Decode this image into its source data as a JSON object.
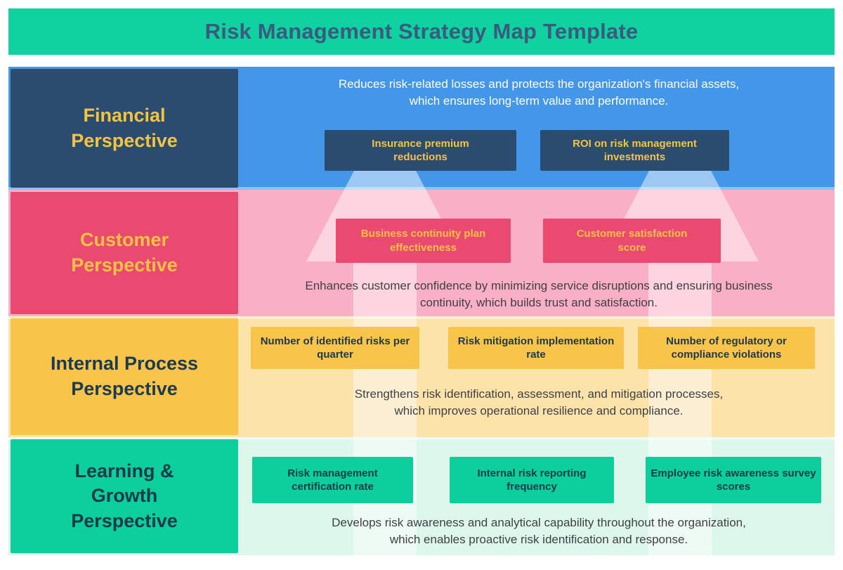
{
  "title": "Risk Management Strategy Map Template",
  "colors": {
    "banner_green": "#0FD2A0",
    "title_text": "#3A5B7E",
    "financial_row": "#4496E9",
    "financial_box": "#2A4C6E",
    "customer_row": "#F9AFC5",
    "customer_box": "#EA4A70",
    "internal_row": "#FBE3AA",
    "internal_box": "#F8C44A",
    "learning_row": "#DDF8EA",
    "learning_box": "#0CCF9D",
    "accent_yellow_text": "#F6C245",
    "dark_navy_text": "#1C3A50",
    "description_text": "#3F3F46",
    "arrow_overlay": "rgba(255,255,255,0.48)"
  },
  "rows": [
    {
      "id": "financial",
      "label_lines": [
        "Financial",
        "Perspective"
      ],
      "description_lines": [
        "Reduces risk-related losses and protects the organization's financial assets,",
        "which ensures long-term value and performance."
      ],
      "metrics": [
        "Insurance premium reductions",
        "ROI on risk management investments"
      ]
    },
    {
      "id": "customer",
      "label_lines": [
        "Customer",
        "Perspective"
      ],
      "description_lines": [
        "Enhances customer confidence by minimizing service disruptions and ensuring business",
        "continuity, which builds trust and satisfaction."
      ],
      "metrics": [
        "Business continuity plan effectiveness",
        "Customer satisfaction score"
      ]
    },
    {
      "id": "internal",
      "label_lines": [
        "Internal Process",
        "Perspective"
      ],
      "description_lines": [
        "Strengthens risk identification, assessment, and mitigation processes,",
        "which improves operational resilience and compliance."
      ],
      "metrics": [
        "Number of identified risks per quarter",
        "Risk mitigation implementation rate",
        "Number of regulatory or compliance violations"
      ]
    },
    {
      "id": "learning",
      "label_lines": [
        "Learning &",
        "Growth",
        "Perspective"
      ],
      "description_lines": [
        "Develops risk awareness and analytical capability throughout the organization,",
        "which enables proactive risk identification and response."
      ],
      "metrics": [
        "Risk management certification rate",
        "Internal risk reporting frequency",
        "Employee risk awareness survey scores"
      ]
    }
  ]
}
